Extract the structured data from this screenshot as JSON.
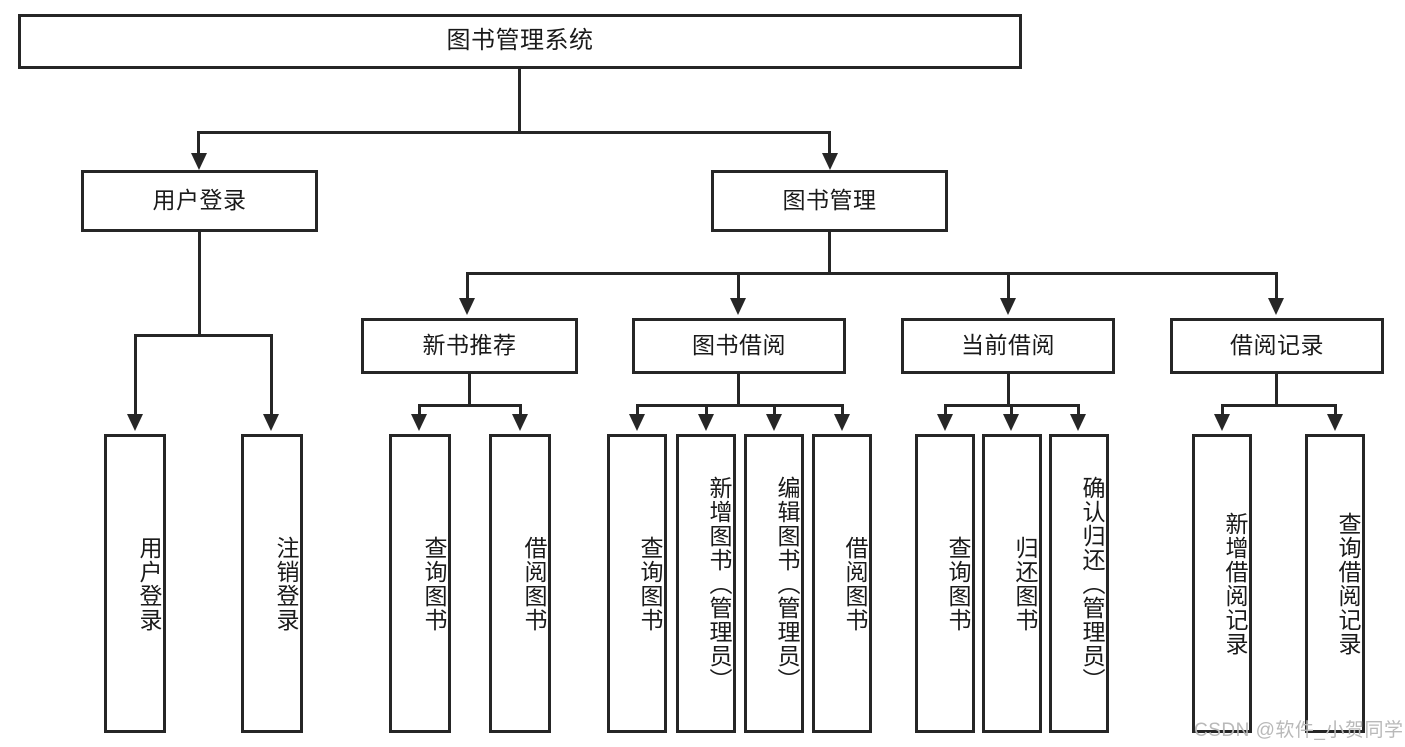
{
  "diagram": {
    "type": "tree-hierarchy-chart",
    "title": "图书管理系统",
    "root": {
      "label": "图书管理系统"
    },
    "level2": [
      {
        "label": "用户登录"
      },
      {
        "label": "图书管理"
      }
    ],
    "level3": [
      {
        "label": "新书推荐"
      },
      {
        "label": "图书借阅"
      },
      {
        "label": "当前借阅"
      },
      {
        "label": "借阅记录"
      }
    ],
    "leaves": {
      "user_login": [
        {
          "label": "用户登录"
        },
        {
          "label": "注销登录"
        }
      ],
      "new_book_recommend": [
        {
          "label": "查询图书"
        },
        {
          "label": "借阅图书"
        }
      ],
      "book_borrow": [
        {
          "label": "查询图书"
        },
        {
          "label": "新增图书（管理员）"
        },
        {
          "label": "编辑图书（管理员）"
        },
        {
          "label": "借阅图书"
        }
      ],
      "current_borrow": [
        {
          "label": "查询图书"
        },
        {
          "label": "归还图书"
        },
        {
          "label": "确认归还（管理员）"
        }
      ],
      "borrow_record": [
        {
          "label": "新增借阅记录"
        },
        {
          "label": "查询借阅记录"
        }
      ]
    },
    "watermark": "CSDN @软件_小贺同学",
    "colors": {
      "stroke": "#262626",
      "background": "#ffffff",
      "text": "#1a1a1a",
      "watermark": "#b9b9b9"
    }
  }
}
